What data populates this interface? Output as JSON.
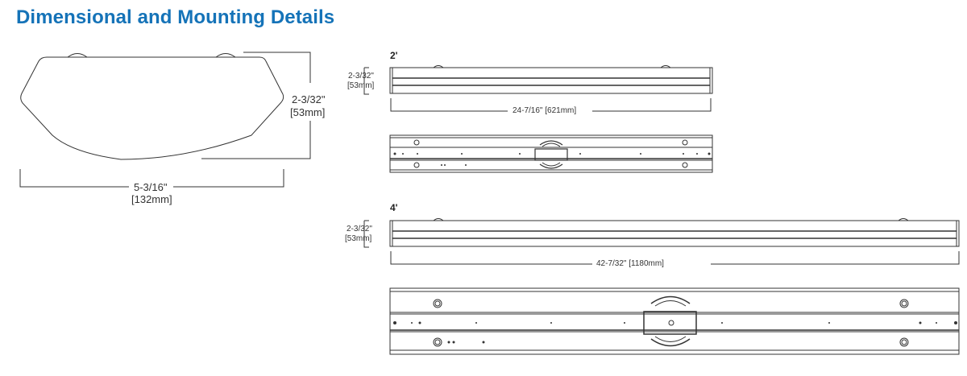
{
  "header": {
    "title": "Dimensional and Mounting Details"
  },
  "cross_section": {
    "height_in": "2-3/32\"",
    "height_mm": "[53mm]",
    "width_in": "5-3/16\"",
    "width_mm": "[132mm]"
  },
  "fixture_2ft": {
    "label": "2'",
    "height_in": "2-3/32\"",
    "height_mm": "[53mm]",
    "length": "24-7/16\" [621mm]"
  },
  "fixture_4ft": {
    "label": "4'",
    "height_in": "2-3/32\"",
    "height_mm": "[53mm]",
    "length": "42-7/32\" [1180mm]"
  },
  "colors": {
    "title": "#1573b8",
    "line": "#333333"
  }
}
